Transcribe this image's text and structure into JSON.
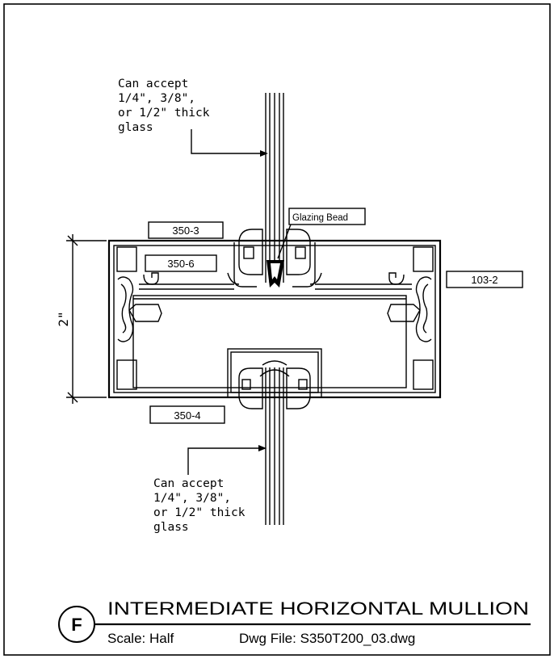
{
  "notes": {
    "top": [
      "Can accept",
      "1/4\", 3/8\",",
      "or 1/2\" thick",
      "glass"
    ],
    "bottom": [
      "Can accept",
      "1/4\", 3/8\",",
      "or 1/2\" thick",
      "glass"
    ]
  },
  "callouts": {
    "glazing_bead": "Glazing Bead",
    "part_350_3": "350-3",
    "part_350_6": "350-6",
    "part_103_2": "103-2",
    "part_350_4": "350-4"
  },
  "dimension": {
    "label": "2\""
  },
  "title_block": {
    "detail_letter": "F",
    "title": "INTERMEDIATE HORIZONTAL MULLION",
    "scale": "Scale: Half",
    "dwg_file": "Dwg File: S350T200_03.dwg"
  }
}
